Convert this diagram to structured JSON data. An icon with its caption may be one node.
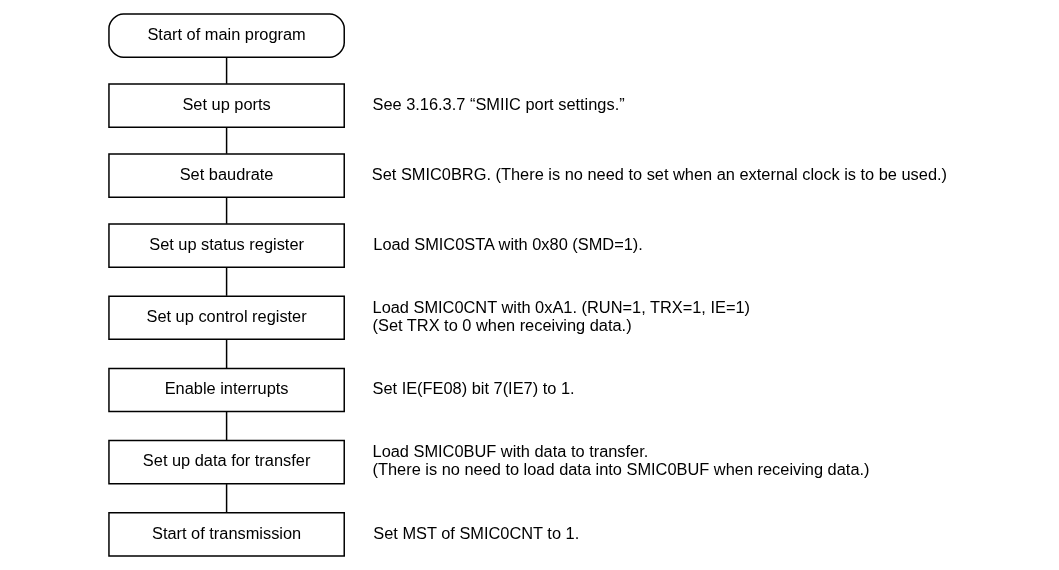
{
  "diagram": {
    "nodes": [
      {
        "text": [
          "Start of main program"
        ]
      },
      {
        "text": [
          "Set up ports"
        ],
        "beside": [
          "See 3.16.3.7 “SMIIC port settings.”"
        ]
      },
      {
        "text": [
          "Set baudrate"
        ],
        "beside": [
          "Set SMIC0BRG. (There is no need to set when an external clock is to be used.)"
        ]
      },
      {
        "text": [
          "Set up status register"
        ],
        "beside": [
          "Load SMIC0STA with 0x80 (SMD=1)."
        ]
      },
      {
        "text": [
          "Set up control register"
        ],
        "beside": [
          "Load SMIC0CNT with 0xA1. (RUN=1, TRX=1, IE=1)",
          "(Set TRX to 0 when receiving data.)"
        ]
      },
      {
        "text": [
          "Enable interrupts"
        ],
        "beside": [
          "Set IE(FE08) bit 7(IE7) to 1."
        ]
      },
      {
        "text": [
          "Set up data for transfer"
        ],
        "beside": [
          "Load SMIC0BUF with data to transfer.",
          "(There is no need to load data into SMIC0BUF when receiving data.)"
        ]
      },
      {
        "text": [
          "Start of transmission"
        ],
        "beside": [
          "Set MST of SMIC0CNT to 1."
        ]
      }
    ],
    "edges": [
      {
        "from": 0,
        "to": 1,
        "arrow": "none"
      },
      {
        "from": 1,
        "to": 2,
        "arrow": "none"
      },
      {
        "from": 2,
        "to": 3,
        "arrow": "none"
      },
      {
        "from": 3,
        "to": 4,
        "arrow": "none"
      },
      {
        "from": 4,
        "to": 5,
        "arrow": "none"
      },
      {
        "from": 5,
        "to": 6,
        "arrow": "none"
      },
      {
        "from": 6,
        "to": 7,
        "arrow": "none"
      }
    ]
  }
}
